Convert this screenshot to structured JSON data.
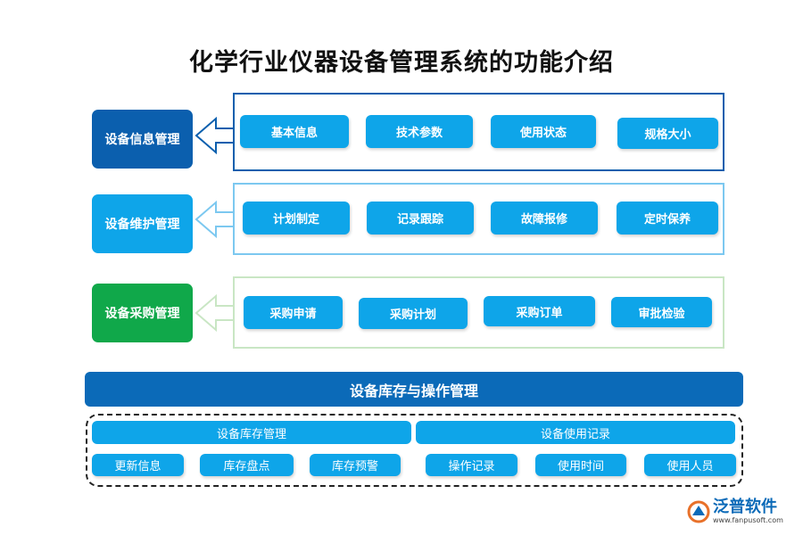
{
  "title": "化学行业仪器设备管理系统的功能介绍",
  "groups": [
    {
      "label": "设备信息管理",
      "items": [
        "基本信息",
        "技术参数",
        "使用状态",
        "规格大小"
      ]
    },
    {
      "label": "设备维护管理",
      "items": [
        "计划制定",
        "记录跟踪",
        "故障报修",
        "定时保养"
      ]
    },
    {
      "label": "设备采购管理",
      "items": [
        "采购申请",
        "采购计划",
        "采购订单",
        "审批检验"
      ]
    }
  ],
  "inventory": {
    "header": "设备库存与操作管理",
    "left": {
      "label": "设备库存管理",
      "items": [
        "更新信息",
        "库存盘点",
        "库存预警"
      ]
    },
    "right": {
      "label": "设备使用记录",
      "items": [
        "操作记录",
        "使用时间",
        "使用人员"
      ]
    }
  },
  "brand": {
    "name": "泛普软件",
    "url": "www.fanpusoft.com"
  },
  "colors": {
    "dark_blue": "#0b5fae",
    "light_blue": "#0ea5e9",
    "green": "#10a84a",
    "panel_border_1": "#0b5fae",
    "panel_border_2": "#7cc8f0",
    "panel_border_3": "#c9e6c4"
  },
  "icons": [
    "arrow-left-icon",
    "fanpu-logo-icon"
  ]
}
